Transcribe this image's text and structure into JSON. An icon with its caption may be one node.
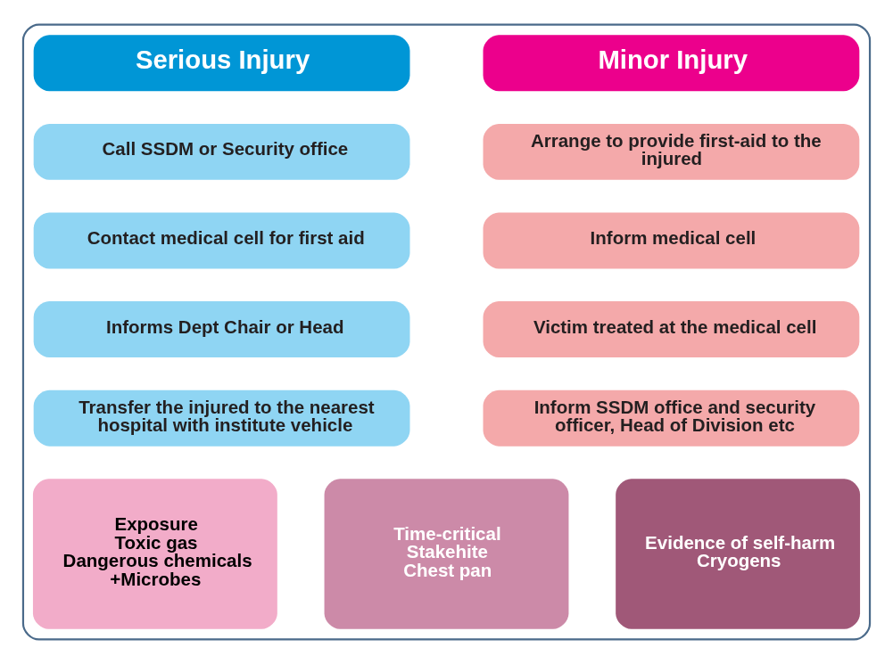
{
  "diagram": {
    "nodes": [
      {
        "text": [],
        "shape": "box"
      },
      {
        "text": [
          "Serious Injury"
        ],
        "in": 0
      },
      {
        "text": [
          "Minor Injury"
        ],
        "in": 0
      },
      {
        "text": [
          "Call SSDM or Security office"
        ],
        "in": 0
      },
      {
        "text": [
          "Arrange to provide first-aid to the injured"
        ],
        "in": 0
      },
      {
        "text": [
          "Contact medical cell for first aid"
        ],
        "in": 0
      },
      {
        "text": [
          "Inform medical cell"
        ],
        "in": 0
      },
      {
        "text": [
          "Informs Dept Chair or Head"
        ],
        "in": 0
      },
      {
        "text": [
          "Victim treated at the medical cell"
        ],
        "in": 0
      },
      {
        "text": [
          "Transfer the injured to the nearest hospital with institute vehicle"
        ],
        "in": 0
      },
      {
        "text": [
          "Inform SSDM office and security officer, Head of Division etc"
        ],
        "in": 0
      },
      {
        "text": [
          "Exposure",
          "Toxic gas",
          "Dangerous chemicals",
          "+Microbes"
        ],
        "in": 0
      },
      {
        "text": [
          "Time-critical",
          "Stakehite",
          "Chest pan"
        ],
        "in": 0
      },
      {
        "text": [
          "Evidence of self-harm",
          "Cryogens"
        ],
        "in": 0
      }
    ],
    "edges": []
  }
}
